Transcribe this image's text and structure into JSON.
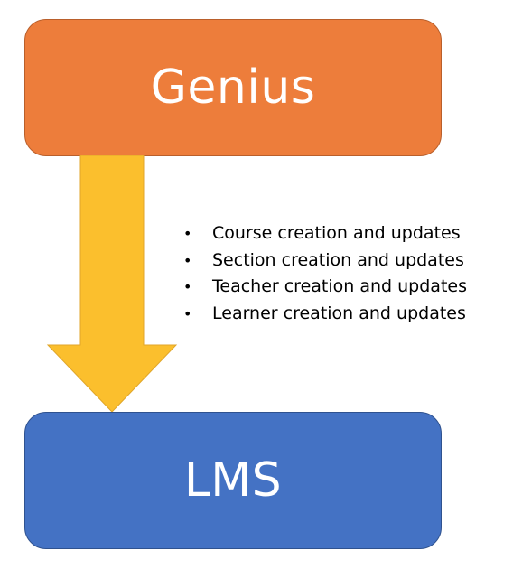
{
  "diagram": {
    "source_box": {
      "label": "Genius",
      "color": "#ED7D3B"
    },
    "target_box": {
      "label": "LMS",
      "color": "#4472C4"
    },
    "arrow": {
      "color": "#FBBF2D",
      "direction": "down"
    },
    "bullets": [
      "Course creation and updates",
      "Section creation and updates",
      "Teacher creation and updates",
      "Learner creation and updates"
    ]
  }
}
